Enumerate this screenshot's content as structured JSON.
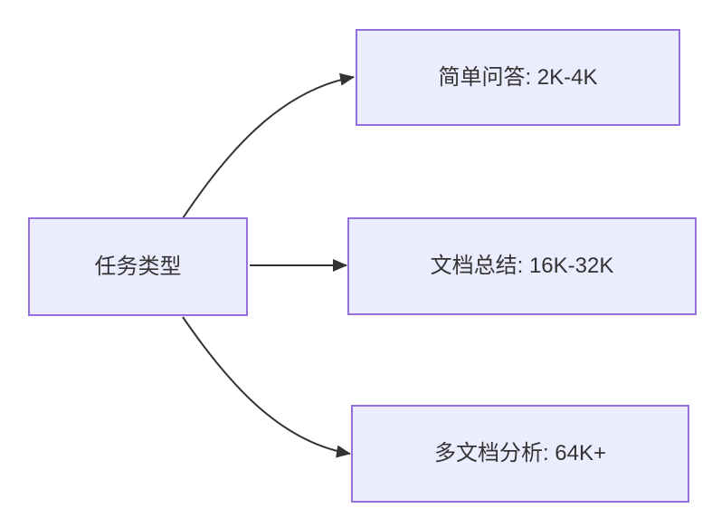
{
  "diagram": {
    "type": "flowchart",
    "direction": "left-to-right",
    "root": {
      "id": "task-type",
      "label": "任务类型"
    },
    "branches": [
      {
        "id": "simple-qa",
        "label": "简单问答: 2K-4K"
      },
      {
        "id": "doc-summary",
        "label": "文档总结: 16K-32K"
      },
      {
        "id": "multi-doc",
        "label": "多文档分析: 64K+"
      }
    ],
    "edges": [
      {
        "from": "task-type",
        "to": "simple-qa"
      },
      {
        "from": "task-type",
        "to": "doc-summary"
      },
      {
        "from": "task-type",
        "to": "multi-doc"
      }
    ],
    "colors": {
      "node_fill": "#ECECFF",
      "node_border": "#9370DB",
      "edge_line": "#333333",
      "text": "#333333",
      "background": "#ffffff"
    }
  }
}
